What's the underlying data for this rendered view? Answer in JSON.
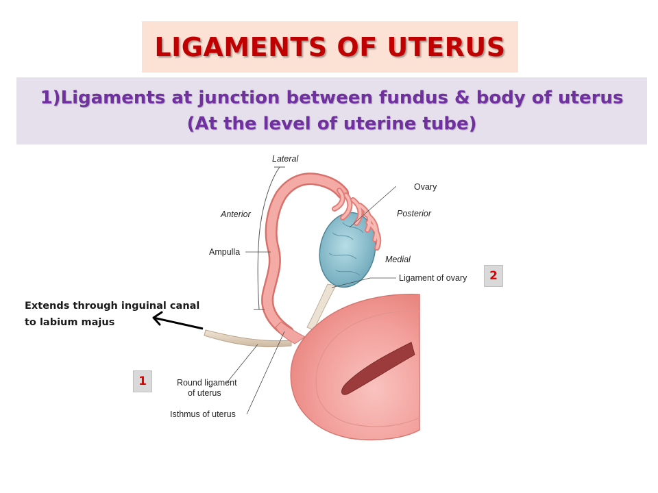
{
  "title": "LIGAMENTS OF UTERUS",
  "subtitle": {
    "line1": "1)Ligaments at junction between fundus & body of uterus",
    "line2": "(At the level of uterine tube)"
  },
  "diagram_labels": {
    "lateral": "Lateral",
    "anterior": "Anterior",
    "ampulla": "Ampulla",
    "ovary": "Ovary",
    "posterior": "Posterior",
    "medial": "Medial",
    "ligament_of_ovary": "Ligament of ovary",
    "round_ligament_line1": "Round ligament",
    "round_ligament_line2": "of uterus",
    "isthmus": "Isthmus of uterus"
  },
  "note": {
    "line1": "Extends  through inguinal canal",
    "line2": "to labium majus"
  },
  "badges": {
    "one": "1",
    "two": "2"
  },
  "colors": {
    "title": "#c00000",
    "subtitle": "#7030a0",
    "badge_number": "#e00000",
    "uterus": "#f3a3a0",
    "ovary": "#8fc6d4"
  }
}
